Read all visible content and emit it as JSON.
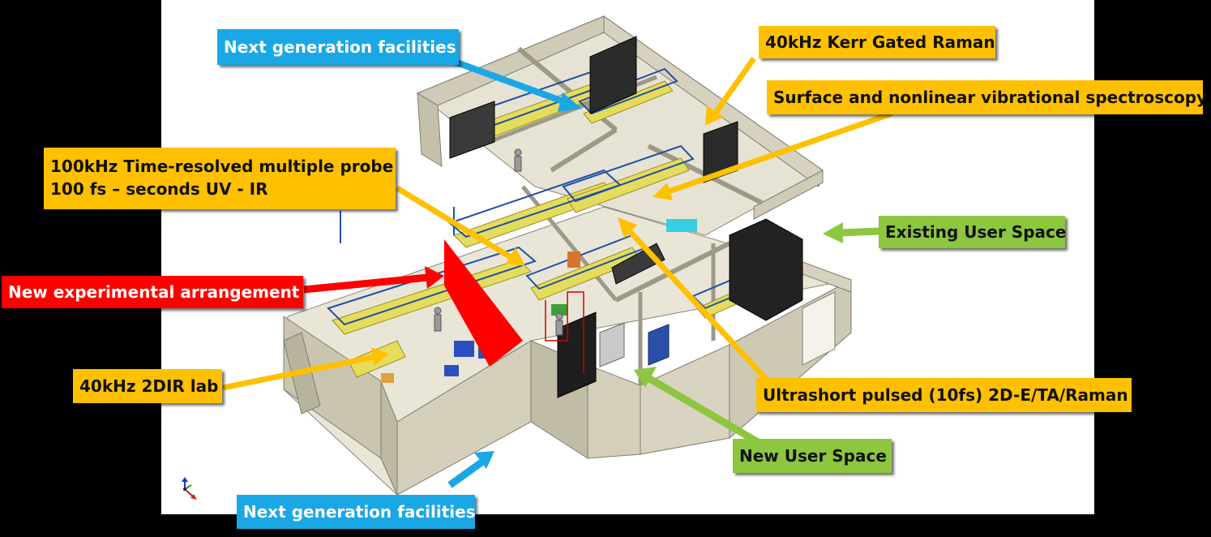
{
  "colors": {
    "orange": "#ffc000",
    "blue": "#1aa7e6",
    "red": "#ff0000",
    "green": "#8dc63f",
    "wall": "#d9d6c4",
    "optical_table": "#e8e06a",
    "frame": "#1f4fa8"
  },
  "labels": {
    "next_gen_top": "Next generation facilities",
    "kerr_raman": "40kHz Kerr Gated Raman",
    "surface_spectroscopy": "Surface and nonlinear vibrational spectroscopy",
    "time_resolved_line1": "100kHz Time-resolved multiple probe",
    "time_resolved_line2": "100 fs – seconds UV - IR",
    "existing_user_space": "Existing User Space",
    "new_arrangement": "New experimental arrangement",
    "twodir_lab": "40kHz 2DIR lab",
    "ultrashort": "Ultrashort pulsed (10fs) 2D-E/TA/Raman",
    "new_user_space": "New User Space",
    "next_gen_bottom": "Next generation facilities"
  },
  "icons": [
    "axis-triad-icon"
  ]
}
